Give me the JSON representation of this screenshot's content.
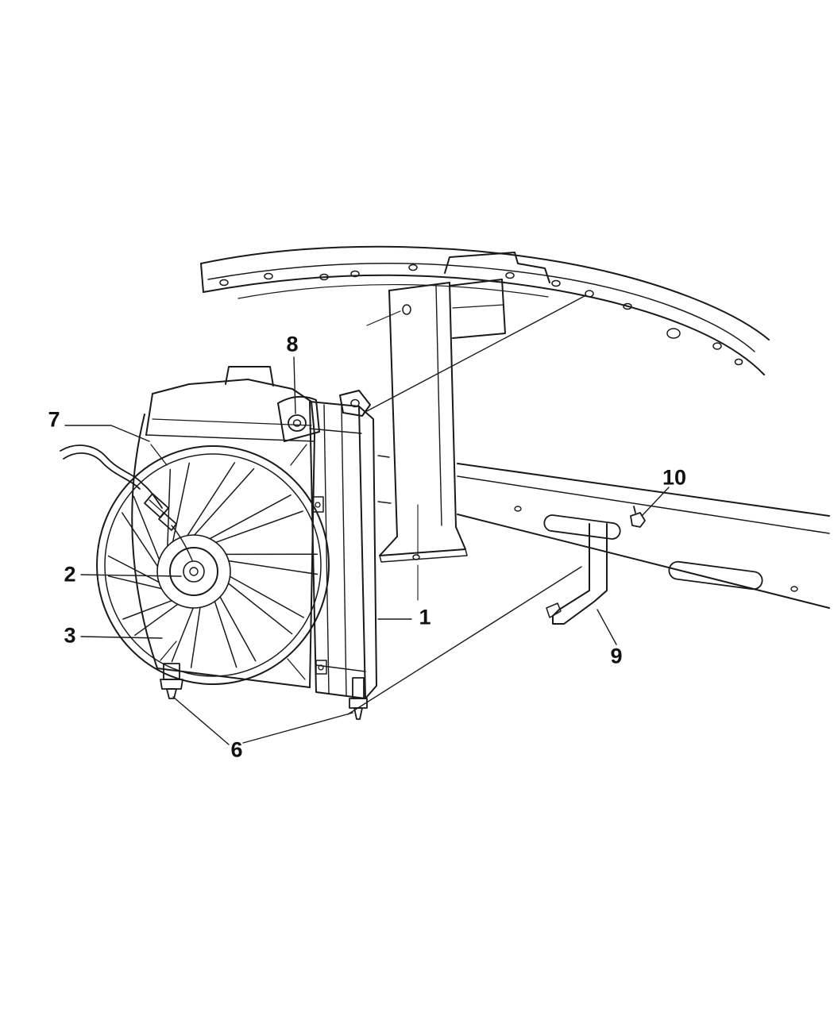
{
  "page": {
    "background": "#ffffff"
  },
  "diagram": {
    "line_color": "#1a1a1a",
    "callouts": [
      {
        "label": "1"
      },
      {
        "label": "2"
      },
      {
        "label": "3"
      },
      {
        "label": "6"
      },
      {
        "label": "7"
      },
      {
        "label": "8"
      },
      {
        "label": "9"
      },
      {
        "label": "10"
      }
    ]
  }
}
